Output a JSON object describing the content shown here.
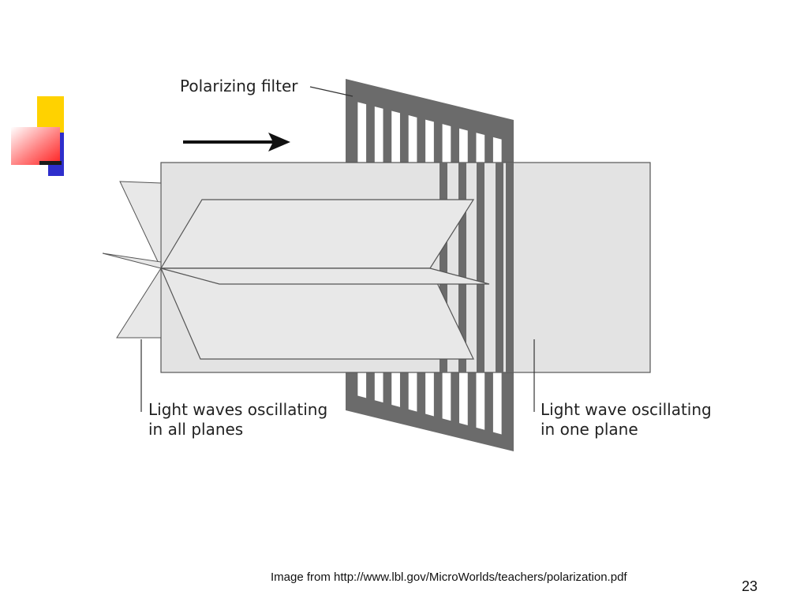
{
  "diagram": {
    "filter_label": "Polarizing filter",
    "left_label_line1": "Light waves oscillating",
    "left_label_line2": "in all planes",
    "right_label_line1": "Light wave oscillating",
    "right_label_line2": "in one plane"
  },
  "footer": {
    "source_text": "Image from http://www.lbl.gov/MicroWorlds/teachers/polarization.pdf",
    "page_number": "23"
  },
  "colors": {
    "accent_yellow": "#ffd200",
    "accent_blue": "#2e2ecc",
    "accent_red": "#ff3030",
    "filter_gray": "#6b6b6b",
    "beam_fill": "#e3e3e3",
    "outline": "#555555"
  },
  "icons": [
    "decorative-squares-logo"
  ]
}
